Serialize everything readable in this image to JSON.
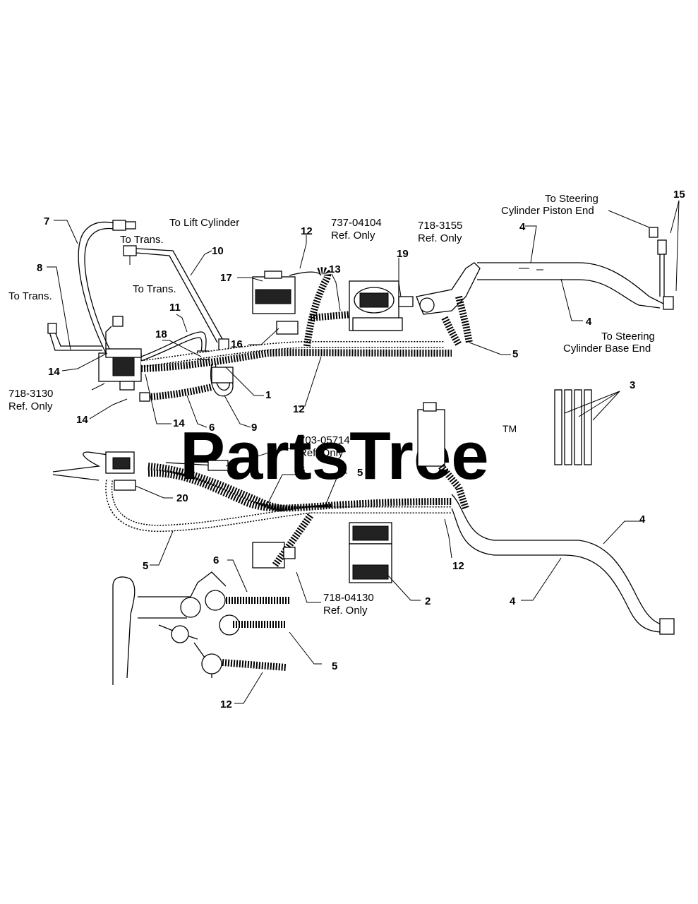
{
  "watermark": {
    "text": "PartsTree",
    "tm": "TM"
  },
  "labels": {
    "to_lift_cylinder": "To Lift Cylinder",
    "to_trans_top": "To Trans.",
    "to_trans_mid": "To Trans.",
    "to_trans_left": "To Trans.",
    "ref_737_04104_a": "737-04104",
    "ref_737_04104_b": "Ref. Only",
    "ref_718_3155_a": "718-3155",
    "ref_718_3155_b": "Ref. Only",
    "to_steering_piston_a": "To Steering",
    "to_steering_piston_b": "Cylinder Piston End",
    "to_steering_base_a": "To Steering",
    "to_steering_base_b": "Cylinder Base End",
    "ref_718_3130_a": "718-3130",
    "ref_718_3130_b": "Ref. Only",
    "ref_703_05714_a": "703-05714",
    "ref_703_05714_b": "Ref. Only",
    "ref_718_04130_a": "718-04130",
    "ref_718_04130_b": "Ref. Only"
  },
  "callouts": {
    "c7": "7",
    "c8": "8",
    "c10": "10",
    "c12a": "12",
    "c13": "13",
    "c17": "17",
    "c19": "19",
    "c4a": "4",
    "c15": "15",
    "c11": "11",
    "c18": "18",
    "c16": "16",
    "c14a": "14",
    "c1": "1",
    "c12b": "12",
    "c5a": "5",
    "c4b": "4",
    "c14b": "14",
    "c14c": "14",
    "c6a": "6",
    "c9": "9",
    "c3": "3",
    "c20": "20",
    "c6b": "6",
    "c5b": "5",
    "c5c": "5",
    "c12c": "12",
    "c2": "2",
    "c4c": "4",
    "c4d": "4",
    "c6c": "6",
    "c5d": "5",
    "c12d": "12"
  }
}
